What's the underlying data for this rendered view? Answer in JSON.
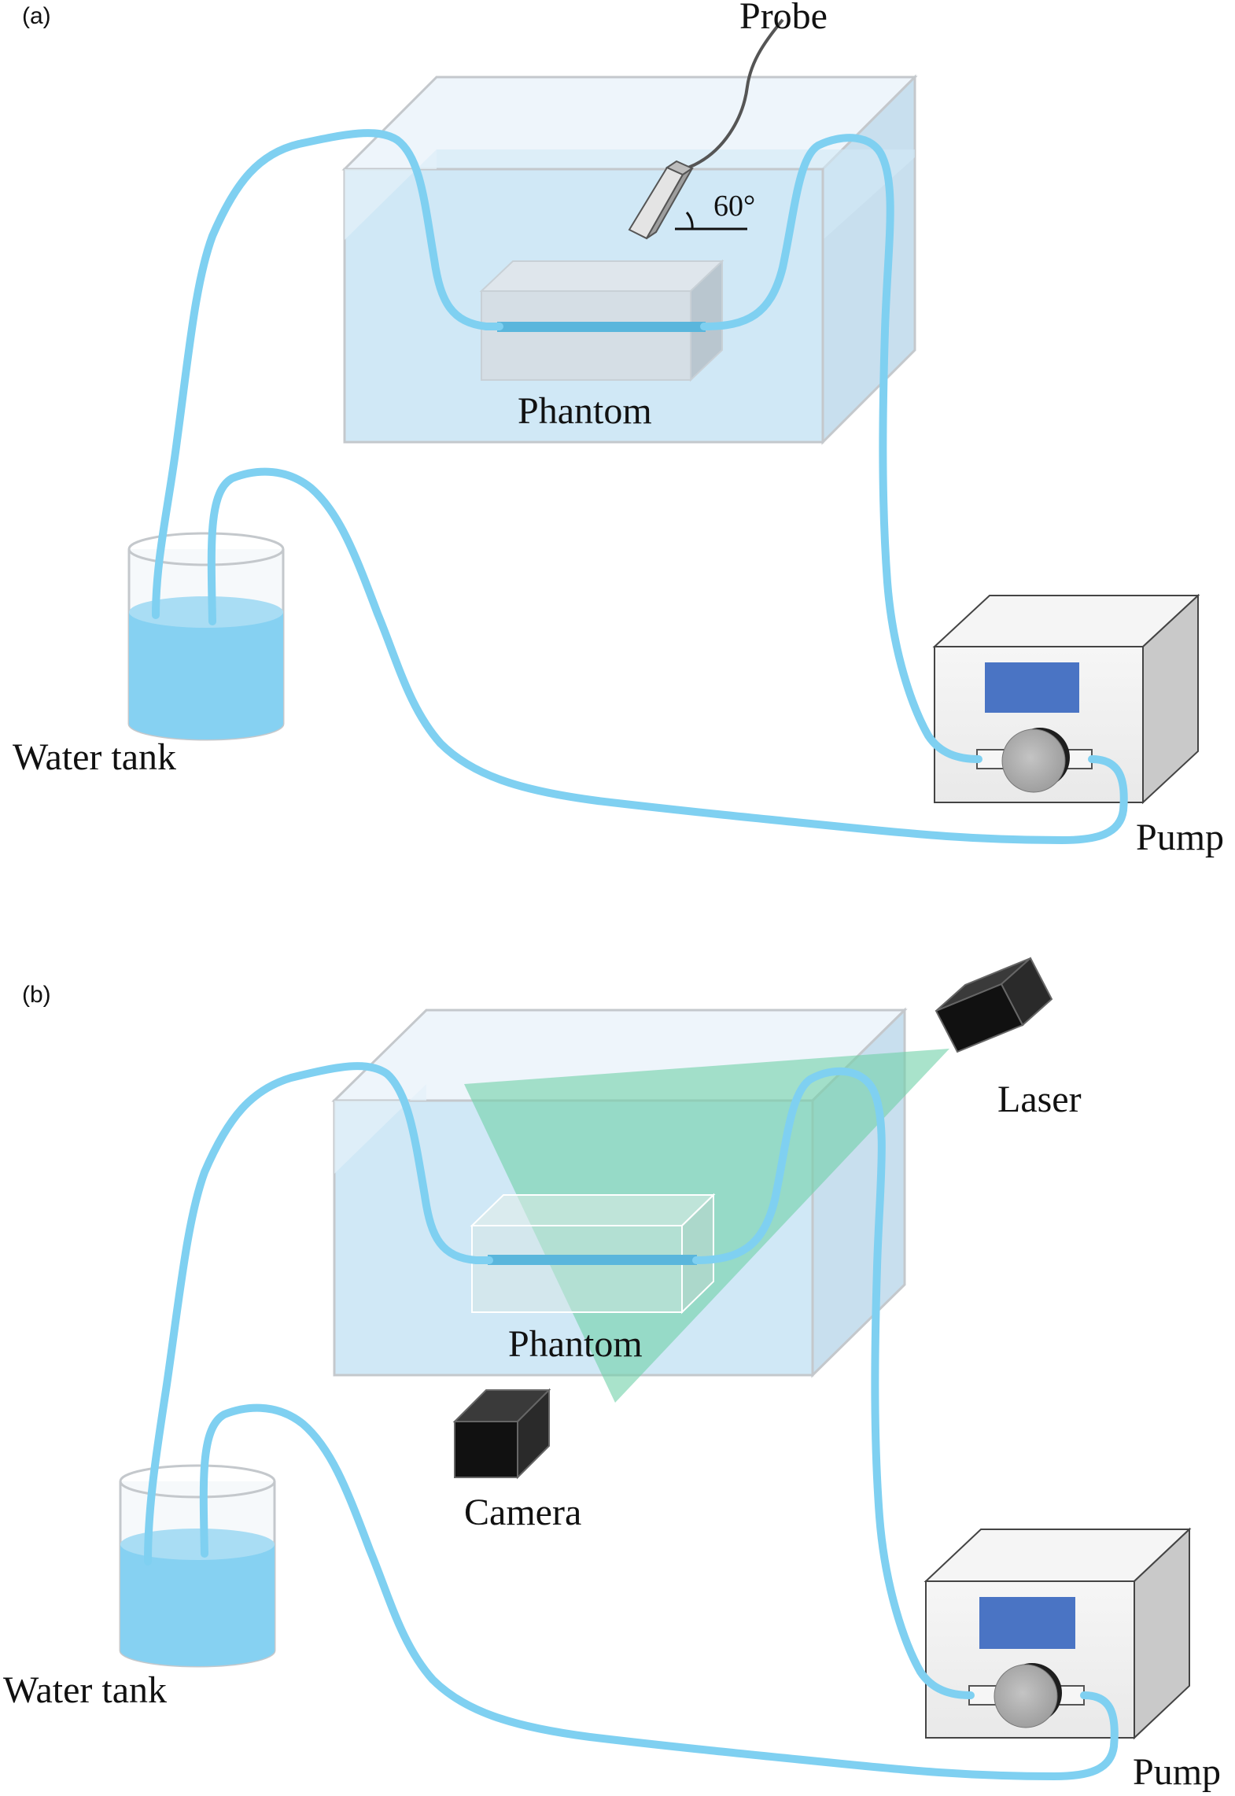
{
  "panels": [
    {
      "id": "a",
      "label": "(a)",
      "labels": {
        "probe": "Probe",
        "angle": "60°",
        "phantom": "Phantom",
        "water_tank": "Water tank",
        "pump": "Pump"
      }
    },
    {
      "id": "b",
      "label": "(b)",
      "labels": {
        "laser": "Laser",
        "phantom": "Phantom",
        "camera": "Camera",
        "water_tank": "Water tank",
        "pump": "Pump"
      }
    }
  ],
  "colors": {
    "tube": "#7fd0f1",
    "water": "#cfe8f6",
    "beaker_water": "#86d1f2",
    "pump_screen": "#4a74c4",
    "laser_sheet": "#6fd0a8",
    "device_black": "#1c1c1c"
  }
}
